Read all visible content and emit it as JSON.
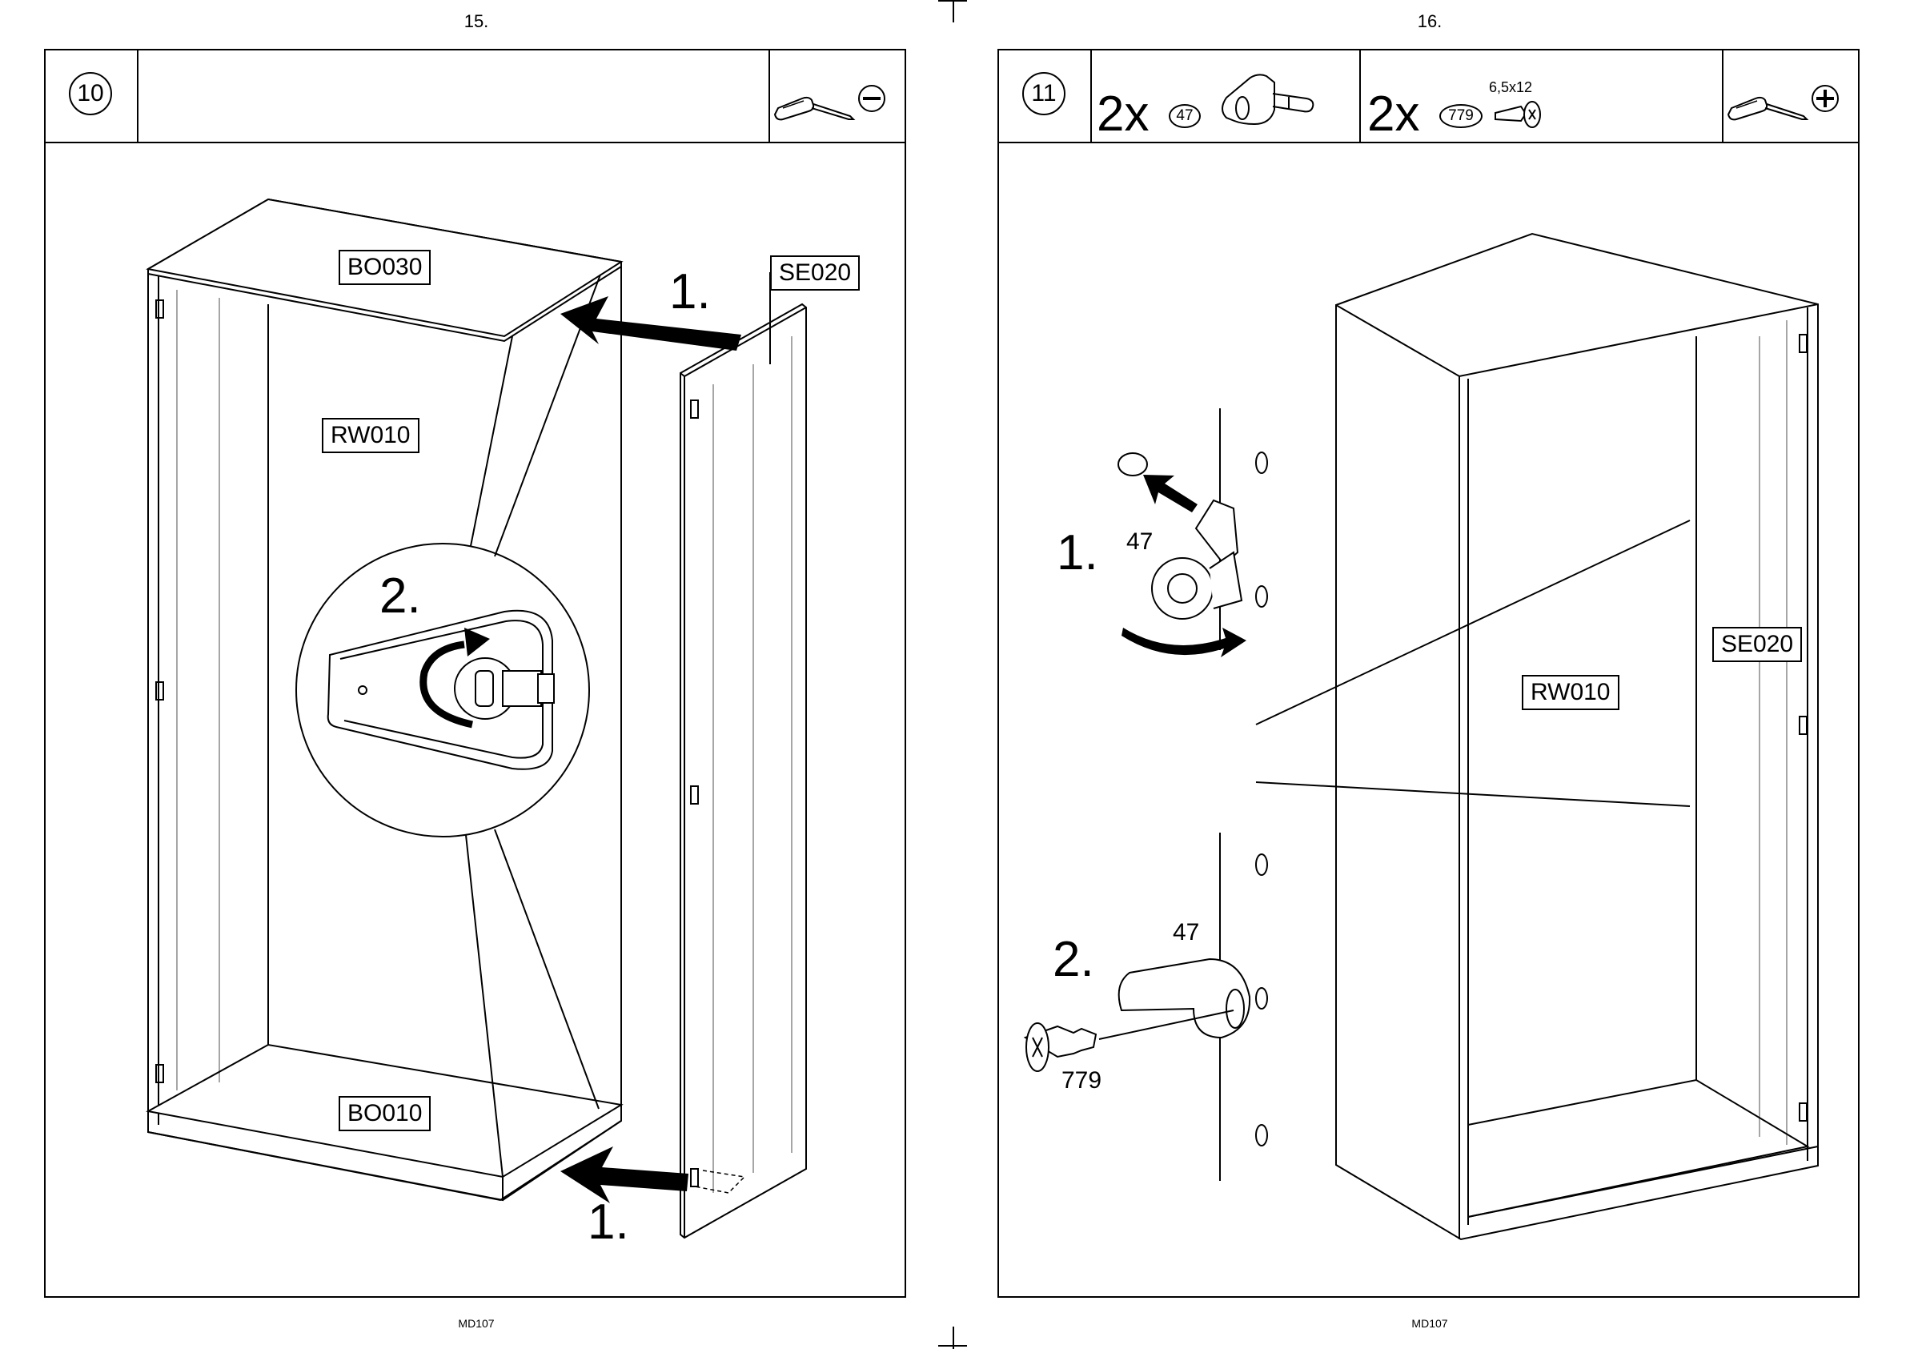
{
  "left_page": {
    "page_number": "15.",
    "footer": "MD107",
    "step": "10",
    "tool_icon": "flat-screwdriver-icon",
    "labels": {
      "top_board": "BO030",
      "back_wall": "RW010",
      "side_panel": "SE020",
      "bottom_board": "BO010"
    },
    "steps": {
      "top_arrow": "1.",
      "bottom_arrow": "1.",
      "zoom": "2."
    }
  },
  "right_page": {
    "page_number": "16.",
    "footer": "MD107",
    "step": "11",
    "tool_icon": "phillips-screwdriver-icon",
    "hardware": [
      {
        "qty": "2x",
        "part": "47",
        "icon": "bracket-icon"
      },
      {
        "qty": "2x",
        "part": "779",
        "size": "6,5x12",
        "icon": "screw-icon"
      }
    ],
    "labels": {
      "side_panel": "SE020",
      "back_wall": "RW010"
    },
    "steps": {
      "first": "1.",
      "second": "2."
    },
    "parts": {
      "bracket_1": "47",
      "bracket_2": "47",
      "screw": "779"
    }
  }
}
